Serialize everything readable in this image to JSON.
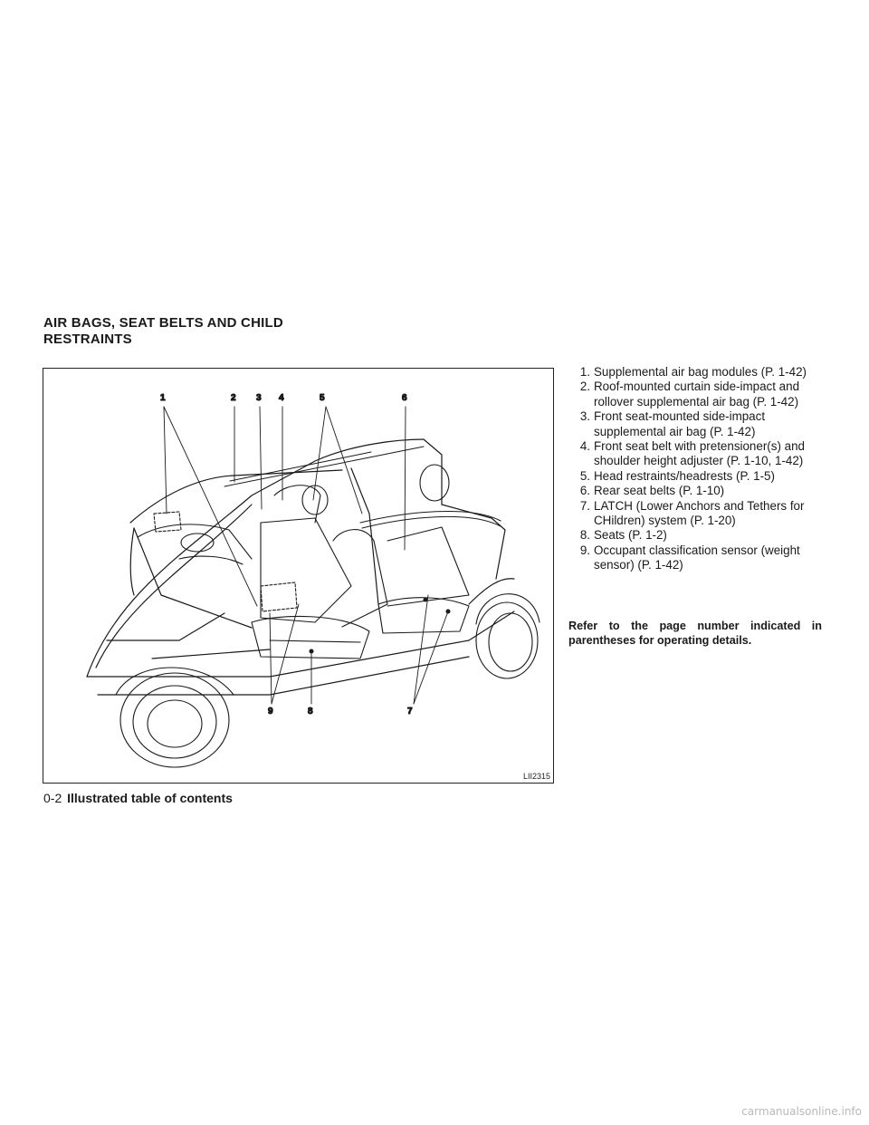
{
  "section": {
    "title_line1": "AIR BAGS, SEAT BELTS AND CHILD",
    "title_line2": "RESTRAINTS"
  },
  "figure": {
    "code": "LII2315",
    "callouts": [
      "1",
      "2",
      "3",
      "4",
      "5",
      "6",
      "7",
      "8",
      "9"
    ]
  },
  "legend": [
    {
      "num": "1.",
      "text": "Supplemental air bag modules (P. 1-42)"
    },
    {
      "num": "2.",
      "text": "Roof-mounted curtain side-impact and rollover supplemental air bag (P. 1-42)"
    },
    {
      "num": "3.",
      "text": "Front seat-mounted side-impact supplemental air bag (P. 1-42)"
    },
    {
      "num": "4.",
      "text": "Front seat belt with pretensioner(s) and shoulder height adjuster (P. 1-10, 1-42)"
    },
    {
      "num": "5.",
      "text": "Head restraints/headrests (P. 1-5)"
    },
    {
      "num": "6.",
      "text": "Rear seat belts (P. 1-10)"
    },
    {
      "num": "7.",
      "text": "LATCH (Lower Anchors and Tethers for CHildren) system (P. 1-20)"
    },
    {
      "num": "8.",
      "text": "Seats (P. 1-2)"
    },
    {
      "num": "9.",
      "text": "Occupant classification sensor (weight sensor) (P. 1-42)"
    }
  ],
  "note": "Refer to the page number indicated in parentheses for operating details.",
  "footer": {
    "page": "0-2",
    "title": "Illustrated table of contents"
  },
  "watermark": "carmanualsonline.info"
}
